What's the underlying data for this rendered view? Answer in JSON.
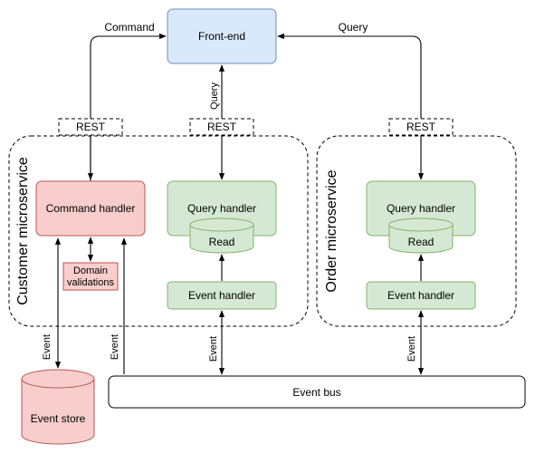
{
  "nodes": {
    "frontend": "Front-end",
    "command_handler": "Command handler",
    "domain_validations_line1": "Domain",
    "domain_validations_line2": "validations",
    "query_handler_customer": "Query handler",
    "read_customer": "Read",
    "event_handler_customer": "Event handler",
    "query_handler_order": "Query handler",
    "read_order": "Read",
    "event_handler_order": "Event handler",
    "event_store": "Event store",
    "event_bus": "Event bus"
  },
  "groups": {
    "customer": "Customer microservice",
    "order": "Order microservice"
  },
  "rest_labels": [
    "REST",
    "REST",
    "REST"
  ],
  "edge_labels": {
    "command": "Command",
    "query_left": "Query",
    "query_right": "Query",
    "event_store_link": "Event",
    "event_cmd_bus": "Event",
    "event_customer_bus": "Event",
    "event_order_bus": "Event"
  },
  "colors": {
    "frontend_fill": "#dae8fc",
    "frontend_stroke": "#6c8ebf",
    "command_fill": "#f8cecc",
    "command_stroke": "#b85450",
    "query_fill": "#d5e8d4",
    "query_stroke": "#82b366"
  }
}
